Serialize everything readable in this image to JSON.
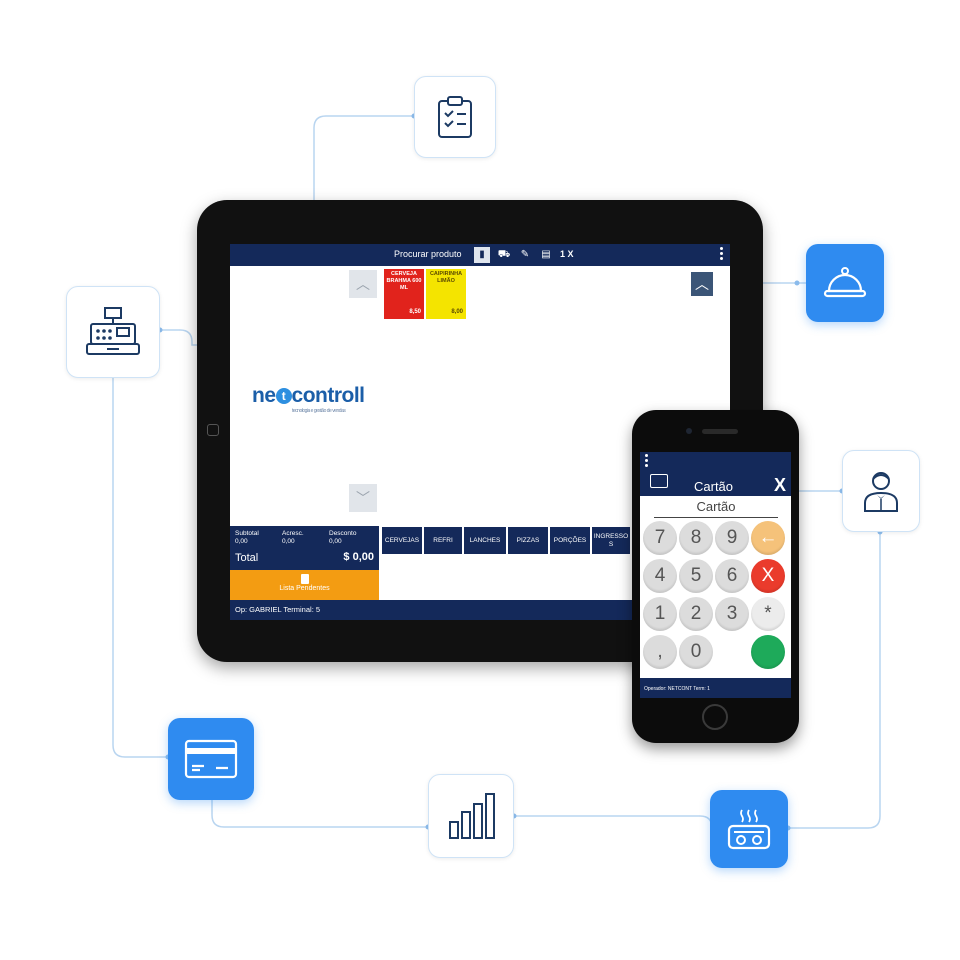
{
  "colors": {
    "accent": "#2f8bf0",
    "navy": "#14295a",
    "orange": "#f39c12",
    "wire": "#b9d5f0"
  },
  "icons": {
    "top": "clipboard-checklist-icon",
    "left": "cash-register-icon",
    "right_top": "food-cloche-icon",
    "right_mid": "waiter-icon",
    "bottom_left": "credit-card-icon",
    "bottom_mid": "bar-chart-icon",
    "bottom_right": "kitchen-printer-icon"
  },
  "tablet": {
    "search_label": "Procurar produto",
    "quantity": "1 X",
    "products": [
      {
        "name": "CERVEJA BRAHMA 600 ML",
        "price": "8,50",
        "color": "#e1231c",
        "text_color": "#ffffff"
      },
      {
        "name": "CAIPIRINHA LIMÃO",
        "price": "8,00",
        "color": "#f4e400",
        "text_color": "#5b4a00"
      }
    ],
    "logo": {
      "prefix": "ne",
      "letter": "t",
      "suffix": "controll",
      "tagline": "tecnologia e gestão de vendas"
    },
    "totals": {
      "subtotal_label": "Subtotal",
      "subtotal": "0,00",
      "acresc_label": "Acresc.",
      "acresc": "0,00",
      "desconto_label": "Desconto",
      "desconto": "0,00",
      "total_label": "Total",
      "total": "$ 0,00"
    },
    "pending_label": "Lista Pendentes",
    "categories": [
      "CERVEJAS",
      "REFRI",
      "LANCHES",
      "PIZZAS",
      "PORÇÕES",
      "INGRESSO S"
    ],
    "status": "Op: GABRIEL Terminal: 5"
  },
  "phone": {
    "title": "Cartão",
    "close": "X",
    "field_label": "Cartão",
    "keys": [
      "7",
      "8",
      "9",
      "←",
      "4",
      "5",
      "6",
      "X",
      "1",
      "2",
      "3",
      "*",
      ",",
      "0",
      "",
      ""
    ],
    "footer": "Operador: NETCONT  Term: 1"
  }
}
